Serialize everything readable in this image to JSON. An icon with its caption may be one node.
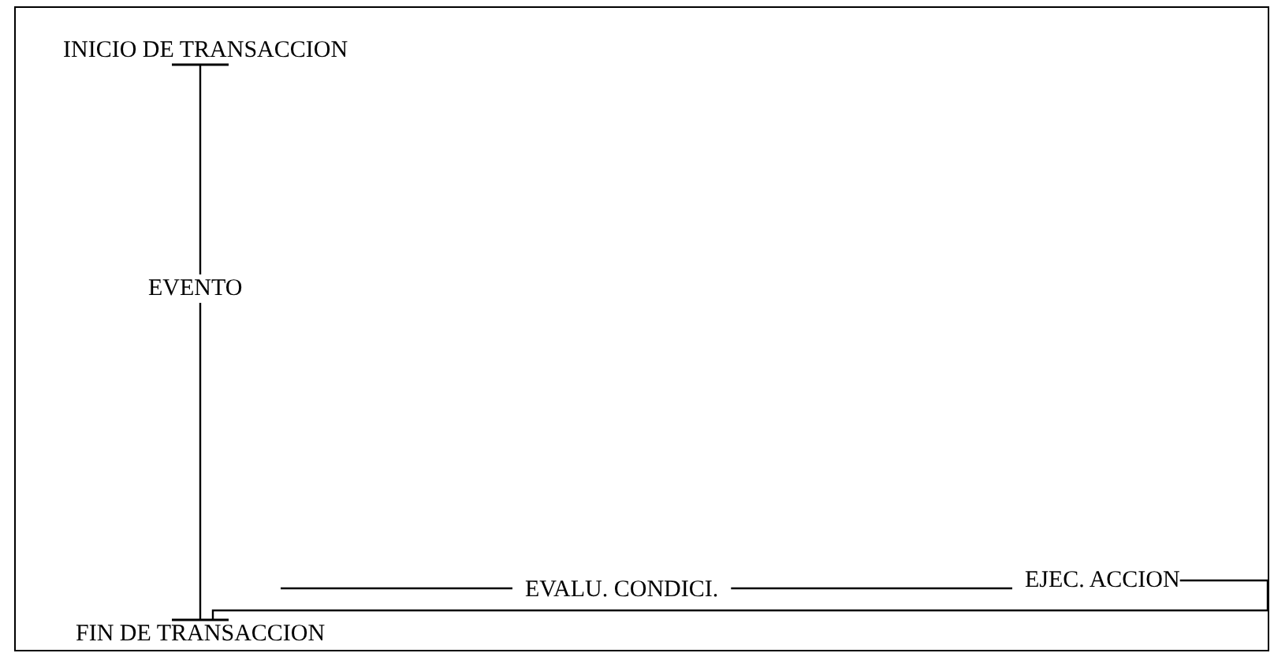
{
  "diagram": {
    "nodes": [
      {
        "text": [
          "INICIO DE TRANSACCION"
        ]
      },
      {
        "text": [
          "FIN DE  TRANSACCION"
        ]
      },
      {
        "text": [
          "EVALU. CONDICI."
        ]
      },
      {
        "text": [
          "EJEC. ACCION"
        ]
      }
    ],
    "edges": [
      {
        "from": 0,
        "to": 1,
        "arrow": "other",
        "label": "EVENTO"
      },
      {
        "from": null,
        "to": 2,
        "arrow": "none"
      },
      {
        "from": 2,
        "to": 3,
        "arrow": "none"
      },
      {
        "from": 3,
        "to": 1,
        "arrow": "none"
      }
    ]
  }
}
